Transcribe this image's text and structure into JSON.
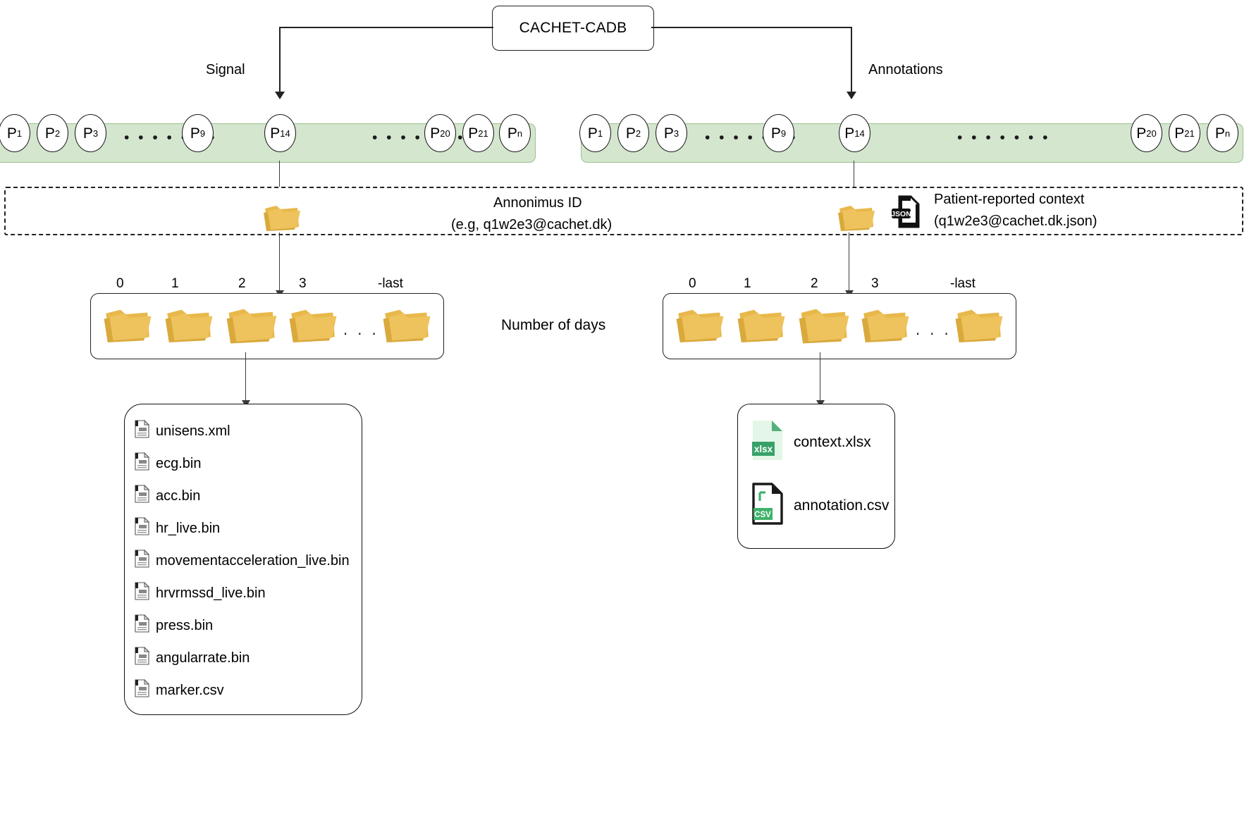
{
  "diagram": {
    "title": "CACHET-CADB dataset structure",
    "root": {
      "label": "CACHET-CADB"
    },
    "branches": {
      "left_label": "Signal",
      "right_label": "Annotations"
    },
    "participants": {
      "left": [
        {
          "base": "P",
          "sub": "1"
        },
        {
          "base": "P",
          "sub": "2"
        },
        {
          "base": "P",
          "sub": "3"
        },
        {
          "base": "P",
          "sub": "9"
        },
        {
          "base": "P",
          "sub": "14"
        },
        {
          "base": "P",
          "sub": "20"
        },
        {
          "base": "P",
          "sub": "21"
        },
        {
          "base": "P",
          "sub": "n"
        }
      ],
      "right": [
        {
          "base": "P",
          "sub": "1"
        },
        {
          "base": "P",
          "sub": "2"
        },
        {
          "base": "P",
          "sub": "3"
        },
        {
          "base": "P",
          "sub": "9"
        },
        {
          "base": "P",
          "sub": "14"
        },
        {
          "base": "P",
          "sub": "20"
        },
        {
          "base": "P",
          "sub": "21"
        },
        {
          "base": "P",
          "sub": "n"
        }
      ],
      "ellipsis": "• • • • • • •"
    },
    "id_band": {
      "title": "Annonimus ID",
      "example": "(e.g,  q1w2e3@cachet.dk)",
      "context_title": "Patient-reported context",
      "context_file": "(q1w2e3@cachet.dk.json)",
      "json_icon_label": "JSON"
    },
    "days": {
      "center_label": "Number of days",
      "labels": [
        "0",
        "1",
        "2",
        "3",
        "-last"
      ],
      "ellipsis": ". . . . . ."
    },
    "signal_files": [
      "unisens.xml",
      "ecg.bin",
      "acc.bin",
      "hr_live.bin",
      "movementacceleration_live.bin",
      " hrvrmssd_live.bin",
      "press.bin",
      "angularrate.bin",
      "marker.csv"
    ],
    "annotation_files": [
      {
        "name": "context.xlsx",
        "kind": "xlsx",
        "badge": "xlsx"
      },
      {
        "name": "annotation.csv",
        "kind": "csv",
        "badge": "CSV"
      }
    ],
    "colors": {
      "bar_fill": "#d4e6ce",
      "bar_border": "#9cc08f",
      "folder": "#ddb košic",
      "folder_body": "#e4b84a",
      "xlsx_green": "#38a169",
      "line": "#222222"
    }
  }
}
